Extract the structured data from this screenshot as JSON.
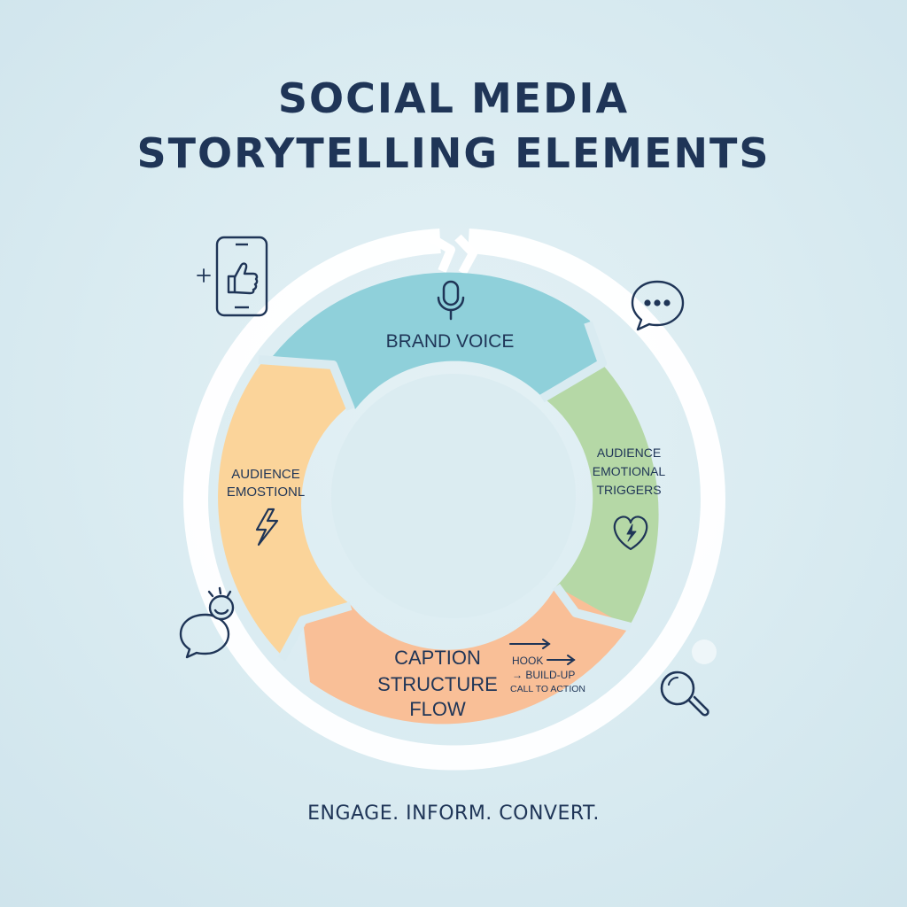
{
  "title": {
    "line1": "SOCIAL MEDIA",
    "line2": "STORYTELLING ELEMENTS"
  },
  "segments": {
    "brand_voice": {
      "label": "BRAND VOICE",
      "icon": "microphone-icon",
      "color": "#8fd0da"
    },
    "audience_left": {
      "line1": "AUDIENCE",
      "line2": "EMOSTIONL",
      "icon": "lightning-icon",
      "color": "#fbd49a"
    },
    "audience_right": {
      "line1": "AUDIENCE",
      "line2": "EMOTIONAL",
      "line3": "TRIGGERS",
      "icon": "heart-lightning-icon",
      "color": "#b5d8a6"
    },
    "caption": {
      "line1": "CAPTION",
      "line2": "STRUCTURE",
      "line3": "FLOW",
      "steps": [
        "HOOK",
        "→ BUILD-UP",
        "CALL TO ACTION"
      ],
      "color": "#f9bf97"
    }
  },
  "decor_icons": [
    "phone-like-icon",
    "chat-bubble-icon",
    "smiley-speech-icon",
    "magnifier-icon",
    "sparkle-icon"
  ],
  "tagline": "ENGAGE. INFORM. CONVERT.",
  "colors": {
    "ink": "#1f3557",
    "ring": "#ffffff",
    "background": "#d9ebf1"
  }
}
